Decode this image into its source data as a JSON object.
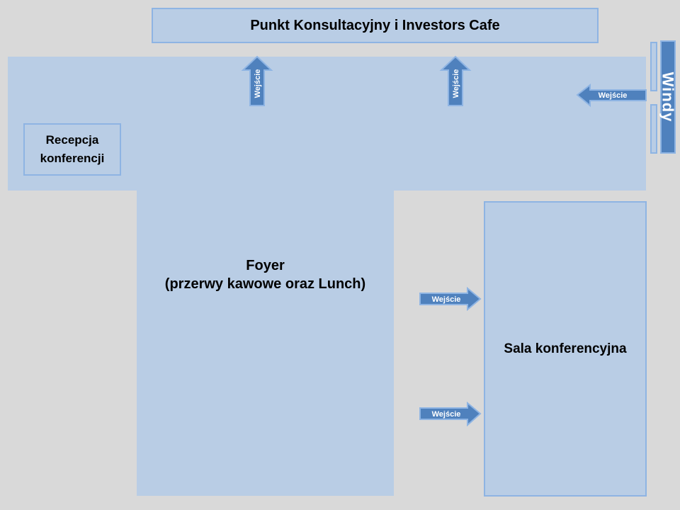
{
  "consultation_point": {
    "label": "Punkt Konsultacyjny i Investors Cafe"
  },
  "reception": {
    "label": "Recepcja\nkonferencji"
  },
  "foyer": {
    "label": "Foyer\n(przerwy kawowe oraz Lunch)"
  },
  "conference_hall": {
    "label": "Sala konferencyjna"
  },
  "elevators": {
    "label": "Windy"
  },
  "entrances": {
    "cafe_left": "Wejście",
    "cafe_right": "Wejście",
    "from_elevators": "Wejście",
    "hall_upper": "Wejście",
    "hall_lower": "Wejście"
  },
  "colors": {
    "background": "#d9d9d9",
    "room_fill": "#b9cde5",
    "room_border": "#8eb4e3",
    "arrow_fill": "#4f81bd",
    "arrow_border": "#8eb4e3"
  }
}
